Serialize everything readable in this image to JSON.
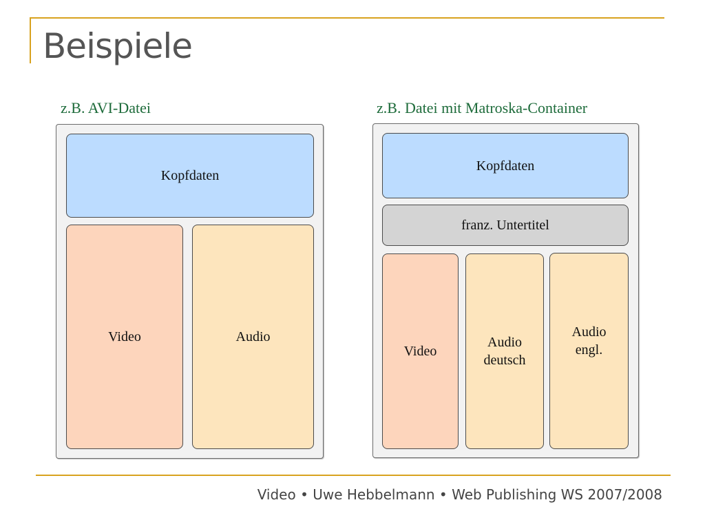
{
  "slide": {
    "title": "Beispiele",
    "footer": "Video • Uwe Hebbelmann • Web Publishing WS 2007/2008"
  },
  "left_diagram": {
    "caption": "z.B. AVI-Datei",
    "header_label": "Kopfdaten",
    "video_label": "Video",
    "audio_label": "Audio"
  },
  "right_diagram": {
    "caption": "z.B. Datei mit Matroska-Container",
    "header_label": "Kopfdaten",
    "subtitle_label": "franz. Untertitel",
    "video_label": "Video",
    "audio_de_line1": "Audio",
    "audio_de_line2": "deutsch",
    "audio_en_line1": "Audio",
    "audio_en_line2": "engl."
  },
  "colors": {
    "accent_rule": "#d8a21e",
    "caption_text": "#1d6b3a",
    "header_box": "#bcdcff",
    "video_box": "#fdd5bc",
    "audio_box": "#fde5bd",
    "subtitle_box": "#d4d4d4"
  }
}
